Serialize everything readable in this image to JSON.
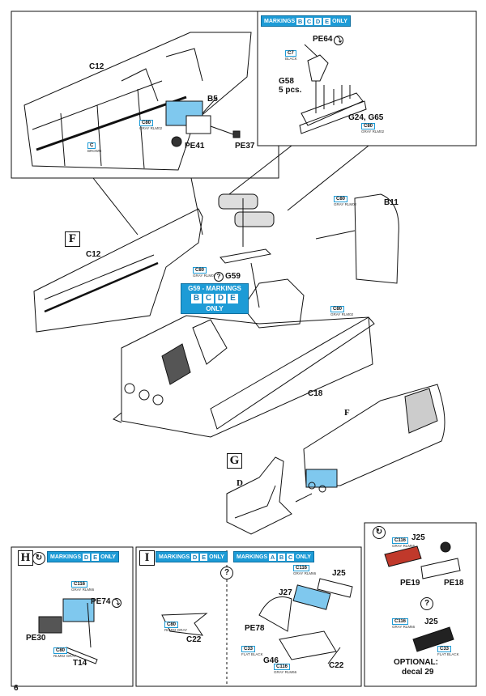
{
  "page_number": "6",
  "steps": {
    "f": "F",
    "g": "G",
    "h": "H",
    "i": "I",
    "d_sub": "D"
  },
  "markings": {
    "top": {
      "prefix": "MARKINGS",
      "letters": [
        "B",
        "C",
        "D",
        "E"
      ],
      "suffix": "ONLY"
    },
    "g59": {
      "prefix": "G59 - MARKINGS",
      "letters": [
        "B",
        "C",
        "D",
        "E"
      ],
      "suffix": "ONLY"
    },
    "h": {
      "prefix": "MARKINGS",
      "letters": [
        "D",
        "E"
      ],
      "suffix": "ONLY"
    },
    "i_left": {
      "prefix": "MARKINGS",
      "letters": [
        "D",
        "E"
      ],
      "suffix": "ONLY"
    },
    "i_right": {
      "prefix": "MARKINGS",
      "letters": [
        "A",
        "B",
        "C"
      ],
      "suffix": "ONLY"
    }
  },
  "color_codes": {
    "c12_inset_gray": {
      "code": "C80",
      "name": "GRAY RLM02"
    },
    "c12_inset_brown": {
      "code": "C",
      "name": "BROWN"
    },
    "black_top": {
      "code": "C7",
      "name": "BLACK"
    },
    "g24_gray": {
      "code": "C80",
      "name": "GRAY RLM02"
    },
    "b11_gray": {
      "code": "C80",
      "name": "GRAY RLM02"
    },
    "g59_gray": {
      "code": "C80",
      "name": "GRAY RLM02"
    },
    "c18_gray": {
      "code": "C80",
      "name": "GRAY RLM02"
    },
    "h_gray66": {
      "code": "C116",
      "name": "GRAY RLM66"
    },
    "h_gray02": {
      "code": "C80",
      "name": "RLM02 GRAY"
    },
    "i_c22": {
      "code": "C80",
      "name": "RLM02 GRAY"
    },
    "i_j27": {
      "code": "C116",
      "name": "GRAY RLM66"
    },
    "i_g46": {
      "code": "C33",
      "name": "FLAT BLACK"
    },
    "i_c22b": {
      "code": "C116",
      "name": "GRAY RLM66"
    },
    "opt_j25a": {
      "code": "C116",
      "name": "GRAY RLM66"
    },
    "opt_j25b": {
      "code": "C116",
      "name": "GRAY RLM66"
    },
    "opt_black": {
      "code": "C33",
      "name": "FLAT BLACK"
    }
  },
  "parts": {
    "c12_inset": "C12",
    "b5": "B5",
    "pe41": "PE41",
    "pe37": "PE37",
    "pe64": "PE64",
    "g58": "G58",
    "g58_qty": "5 pcs.",
    "g24_g65": "G24, G65",
    "c12": "C12",
    "g59": "G59",
    "b11": "B11",
    "c18": "C18",
    "j25_h": "J25",
    "pe19": "PE19",
    "pe18": "PE18",
    "pe74": "PE74",
    "pe30": "PE30",
    "t14": "T14",
    "c22_left": "C22",
    "j25_i": "J25",
    "j27": "J27",
    "pe78": "PE78",
    "g46": "G46",
    "c22_right": "C22",
    "j25_opt": "J25",
    "optional": "OPTIONAL:",
    "decal": "decal 29"
  },
  "icons": {
    "rotate": "rotate-icon",
    "photo_etch": "photo-etch-icon",
    "question": "question-icon",
    "no_glue": "glue-icon"
  }
}
